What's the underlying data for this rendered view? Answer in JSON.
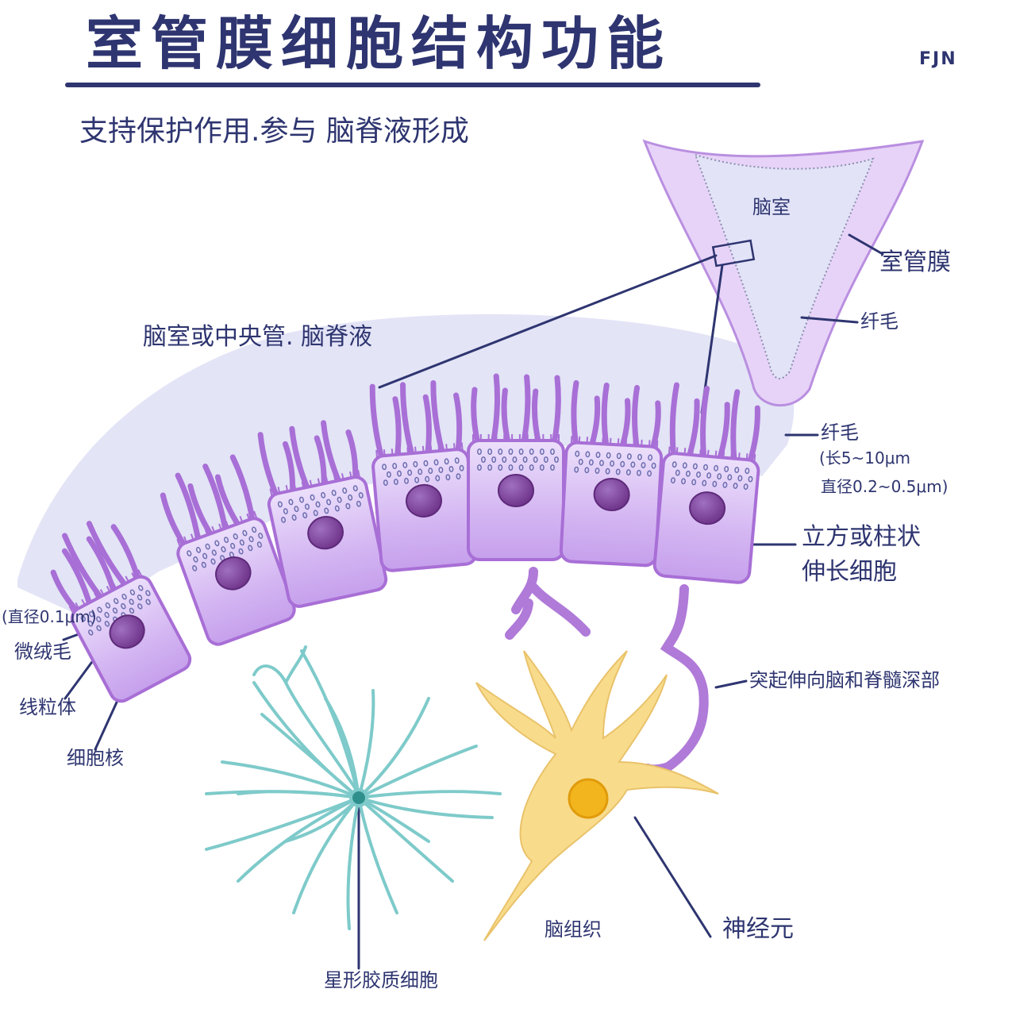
{
  "title": "室管膜细胞结构功能",
  "author": "FJN",
  "subtitle": "支持保护作用.参与 脑脊液形成",
  "labels": {
    "ventricle_csf": "脑室或中央管. 脑脊液",
    "ventricle": "脑室",
    "ependyma": "室管膜",
    "cilia_inset": "纤毛",
    "cilia": "纤毛",
    "cilia_length": "(长5~10μm",
    "cilia_diameter": "直径0.2~0.5μm)",
    "cell_shape_line1": "立方或柱状",
    "cell_shape_line2": "伸长细胞",
    "microvilli_diameter": "(直径0.1μm)",
    "microvilli": "微绒毛",
    "mitochondria": "线粒体",
    "nucleus": "细胞核",
    "process": "突起伸向脑和脊髓深部",
    "brain_tissue": "脑组织",
    "neuron": "神经元",
    "astrocyte": "星形胶质细胞"
  },
  "colors": {
    "ink": "#2e3570",
    "ventricle_fill": "#e3e4f6",
    "cell_fill": "#dcc3f5",
    "cell_outline": "#a86fd6",
    "nucleus": "#7a3f96",
    "neuron": "#f8dc8c",
    "neuron_nucleus": "#f2b51d",
    "astrocyte": "#7ecaca"
  }
}
